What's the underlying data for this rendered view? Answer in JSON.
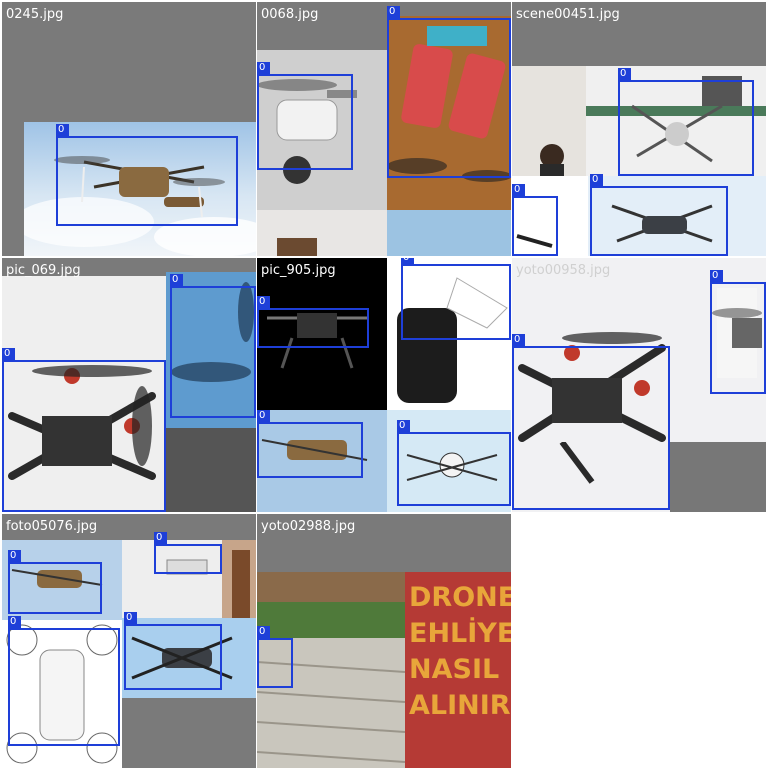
{
  "mosaic": {
    "class_label": "0",
    "tiles": [
      {
        "filename": "0245.jpg"
      },
      {
        "filename": "0068.jpg"
      },
      {
        "filename": "scene00451.jpg"
      },
      {
        "filename": "pic_069.jpg"
      },
      {
        "filename": "pic_905.jpg"
      },
      {
        "filename": "yoto00958.jpg"
      },
      {
        "filename": "foto05076.jpg"
      },
      {
        "filename": "yoto02988.jpg"
      }
    ],
    "banner_text": {
      "line1": "DRONE",
      "line2": "EHLİYE",
      "line3": "NASIL",
      "line4": "ALINIR?"
    }
  },
  "colors": {
    "box": "#1e3fd8",
    "tile_background": "#7a7a7a",
    "banner_bg": "#b53a35",
    "banner_text": "#e8a63a"
  }
}
